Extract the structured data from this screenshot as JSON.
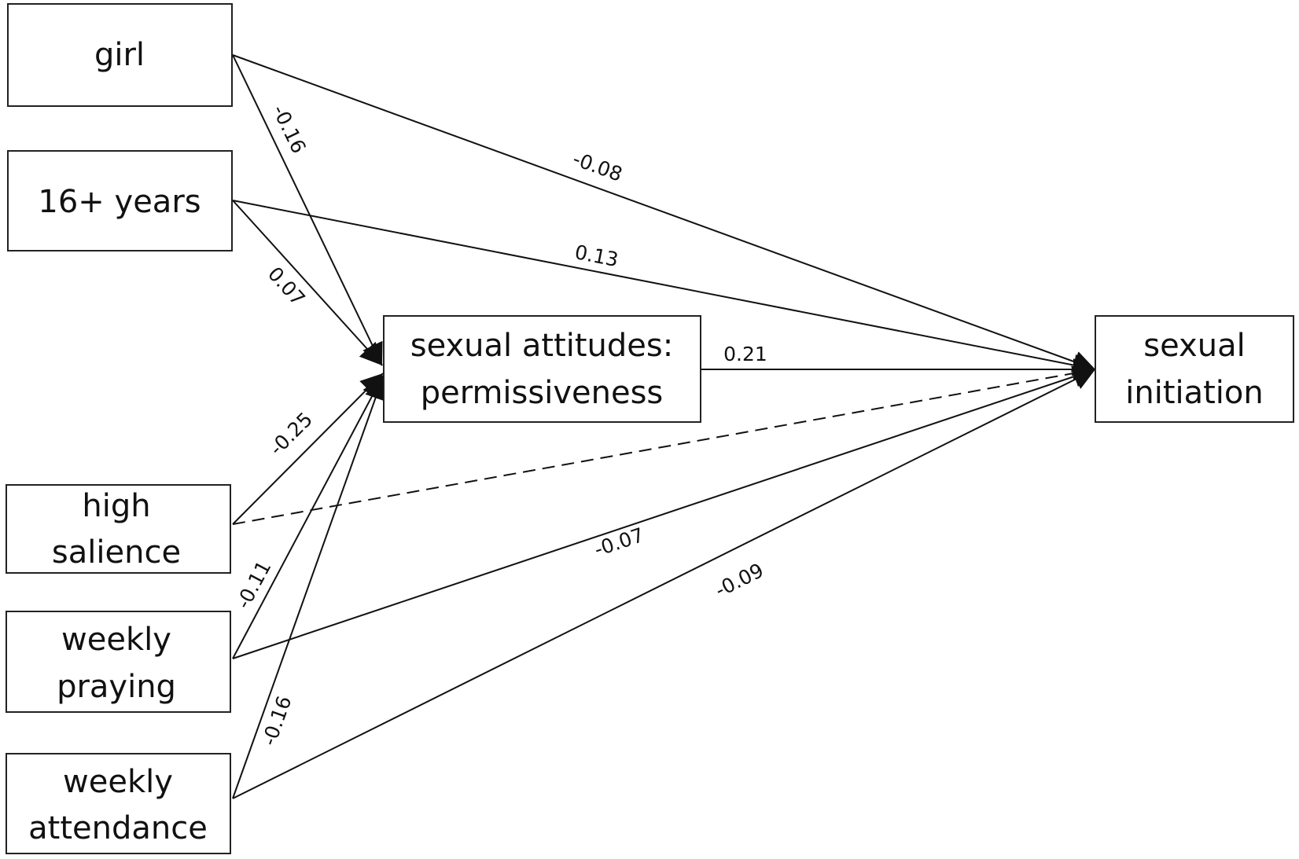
{
  "nodes": {
    "girl": {
      "lines": [
        "girl"
      ]
    },
    "age16": {
      "lines": [
        "16+ years"
      ]
    },
    "salience": {
      "lines": [
        "high",
        "salience"
      ]
    },
    "praying": {
      "lines": [
        "weekly",
        "praying"
      ]
    },
    "attendance": {
      "lines": [
        "weekly",
        "attendance"
      ]
    },
    "attitudes": {
      "lines": [
        "sexual attitudes:",
        "permissiveness"
      ]
    },
    "initiation": {
      "lines": [
        "sexual",
        "initiation"
      ]
    }
  },
  "edges": {
    "girl_to_attitudes": {
      "from": "girl",
      "to": "attitudes",
      "label": "-0.16",
      "style": "solid"
    },
    "girl_to_initiation": {
      "from": "girl",
      "to": "initiation",
      "label": "-0.08",
      "style": "solid"
    },
    "age16_to_attitudes": {
      "from": "16+ years",
      "to": "attitudes",
      "label": "0.07",
      "style": "solid"
    },
    "age16_to_initiation": {
      "from": "16+ years",
      "to": "initiation",
      "label": "0.13",
      "style": "solid"
    },
    "attitudes_to_initiation": {
      "from": "attitudes",
      "to": "initiation",
      "label": "0.21",
      "style": "solid"
    },
    "salience_to_attitudes": {
      "from": "high salience",
      "to": "attitudes",
      "label": "-0.25",
      "style": "solid"
    },
    "salience_to_initiation": {
      "from": "high salience",
      "to": "initiation",
      "label": "",
      "style": "dashed"
    },
    "praying_to_attitudes": {
      "from": "weekly praying",
      "to": "attitudes",
      "label": "-0.11",
      "style": "solid"
    },
    "praying_to_initiation": {
      "from": "weekly praying",
      "to": "initiation",
      "label": "-0.07",
      "style": "solid"
    },
    "attendance_to_attitudes": {
      "from": "weekly attendance",
      "to": "attitudes",
      "label": "-0.16",
      "style": "solid"
    },
    "attendance_to_initiation": {
      "from": "weekly attendance",
      "to": "initiation",
      "label": "-0.09",
      "style": "solid"
    }
  }
}
